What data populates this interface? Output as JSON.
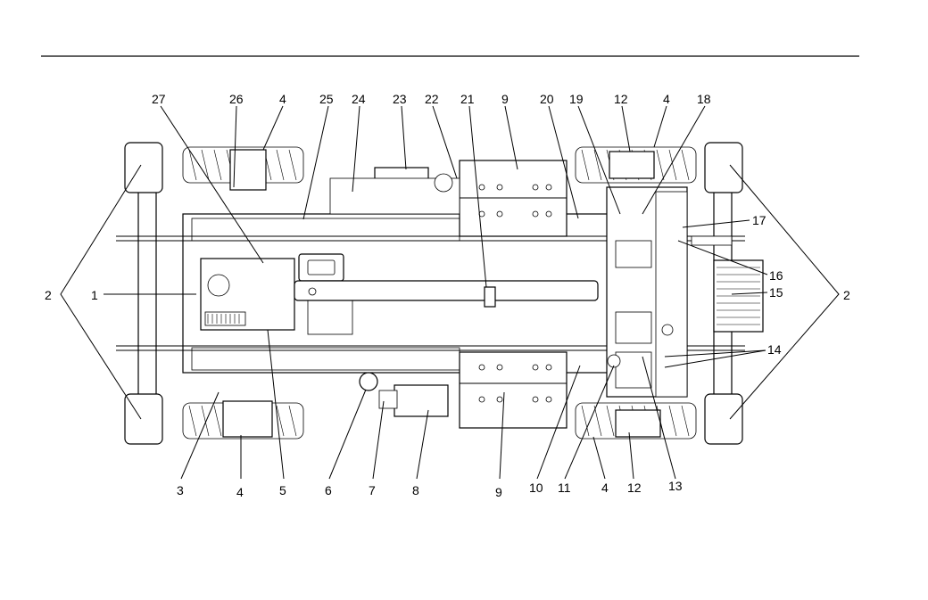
{
  "figure": {
    "callouts": [
      "27",
      "26",
      "4",
      "25",
      "24",
      "23",
      "22",
      "21",
      "9",
      "20",
      "19",
      "12",
      "4",
      "18",
      "17",
      "16",
      "15",
      "14",
      "2",
      "2",
      "1",
      "3",
      "4",
      "5",
      "6",
      "7",
      "8",
      "9",
      "10",
      "11",
      "4",
      "12",
      "13"
    ]
  },
  "colors": {
    "line": "#000000",
    "background": "#ffffff"
  }
}
